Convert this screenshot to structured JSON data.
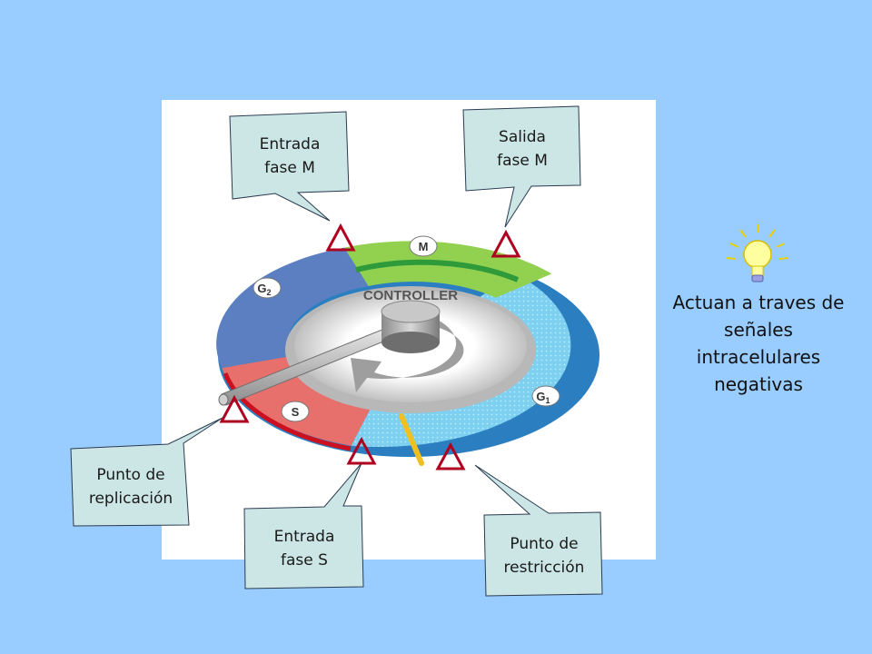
{
  "diagram": {
    "labels": {
      "controller": "CONTROLLER",
      "phase_m": "M",
      "phase_g2": "G",
      "phase_g2_sub": "2",
      "phase_s": "S",
      "phase_g1": "G",
      "phase_g1_sub": "1"
    },
    "colors": {
      "background": "#99ccff",
      "panel": "#ffffff",
      "callout_fill": "#cce6e6",
      "checkpoint_marker": "#b00020",
      "restriction_bar": "#f0c020",
      "phase_m": "#92d050",
      "phase_g2": "#5b7fc1",
      "phase_s": "#e8706c",
      "phase_g1": "#7ed0f0"
    }
  },
  "callouts": {
    "entrada_m": "Entrada\nfase M",
    "salida_m": "Salida\nfase M",
    "punto_replicacion": "Punto de\nreplicación",
    "entrada_s": "Entrada\nfase S",
    "punto_restriccion": "Punto de\nrestricción"
  },
  "note": {
    "icon": "lightbulb-icon",
    "text": "Actuan a traves de\nseñales\nintracelulares\nnegativas"
  }
}
